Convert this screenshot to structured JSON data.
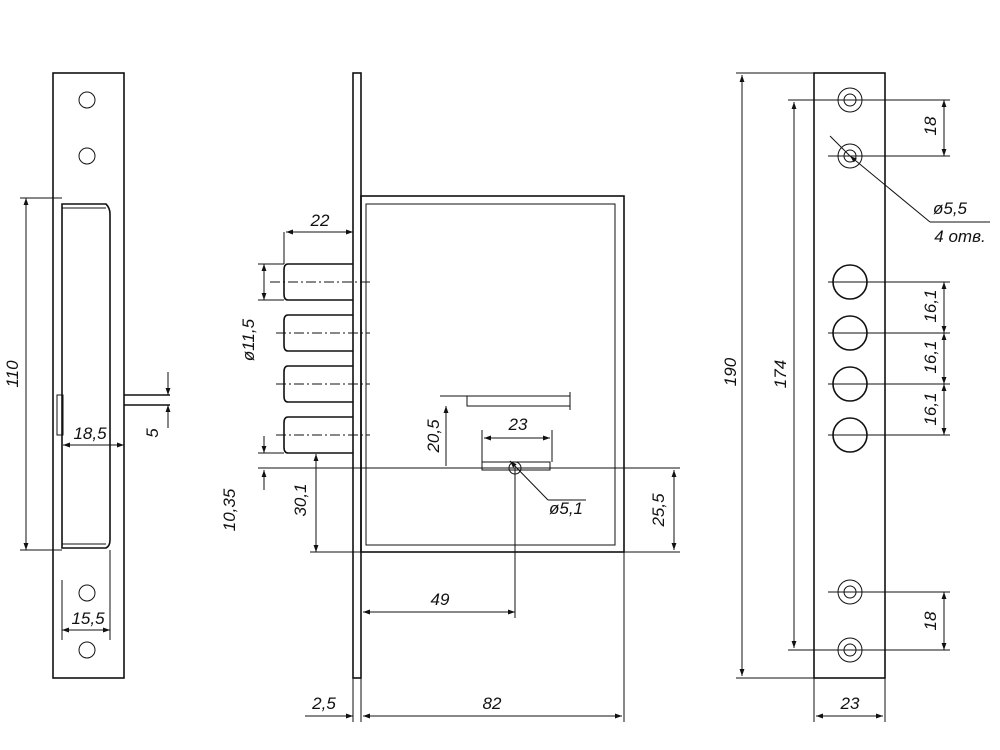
{
  "drawing": {
    "left_view": {
      "dim_height": "110",
      "dim_bolt_offset": "18,5",
      "dim_bolt_thickness": "5",
      "dim_faceplate_width": "15,5"
    },
    "front_view": {
      "dim_bolt_length": "22",
      "dim_bolt_diameter": "ø11,5",
      "dim_key_slot_width": "23",
      "dim_key_height": "20,5",
      "dim_key_hole": "ø5,1",
      "dim_bolt_bottom": "10,35",
      "dim_key_to_case": "30,1",
      "dim_key_to_bottom": "25,5",
      "dim_backset": "49",
      "dim_faceplate_thickness": "2,5",
      "dim_case_width": "82"
    },
    "right_view": {
      "dim_total_height": "190",
      "dim_hole_spacing": "174",
      "dim_top_holes": "18",
      "dim_bottom_holes": "18",
      "dim_hole_diameter": "ø5,5",
      "dim_hole_count": "4 отв.",
      "dim_bolt_pitch_1": "16,1",
      "dim_bolt_pitch_2": "16,1",
      "dim_bolt_pitch_3": "16,1",
      "dim_width": "23"
    }
  }
}
